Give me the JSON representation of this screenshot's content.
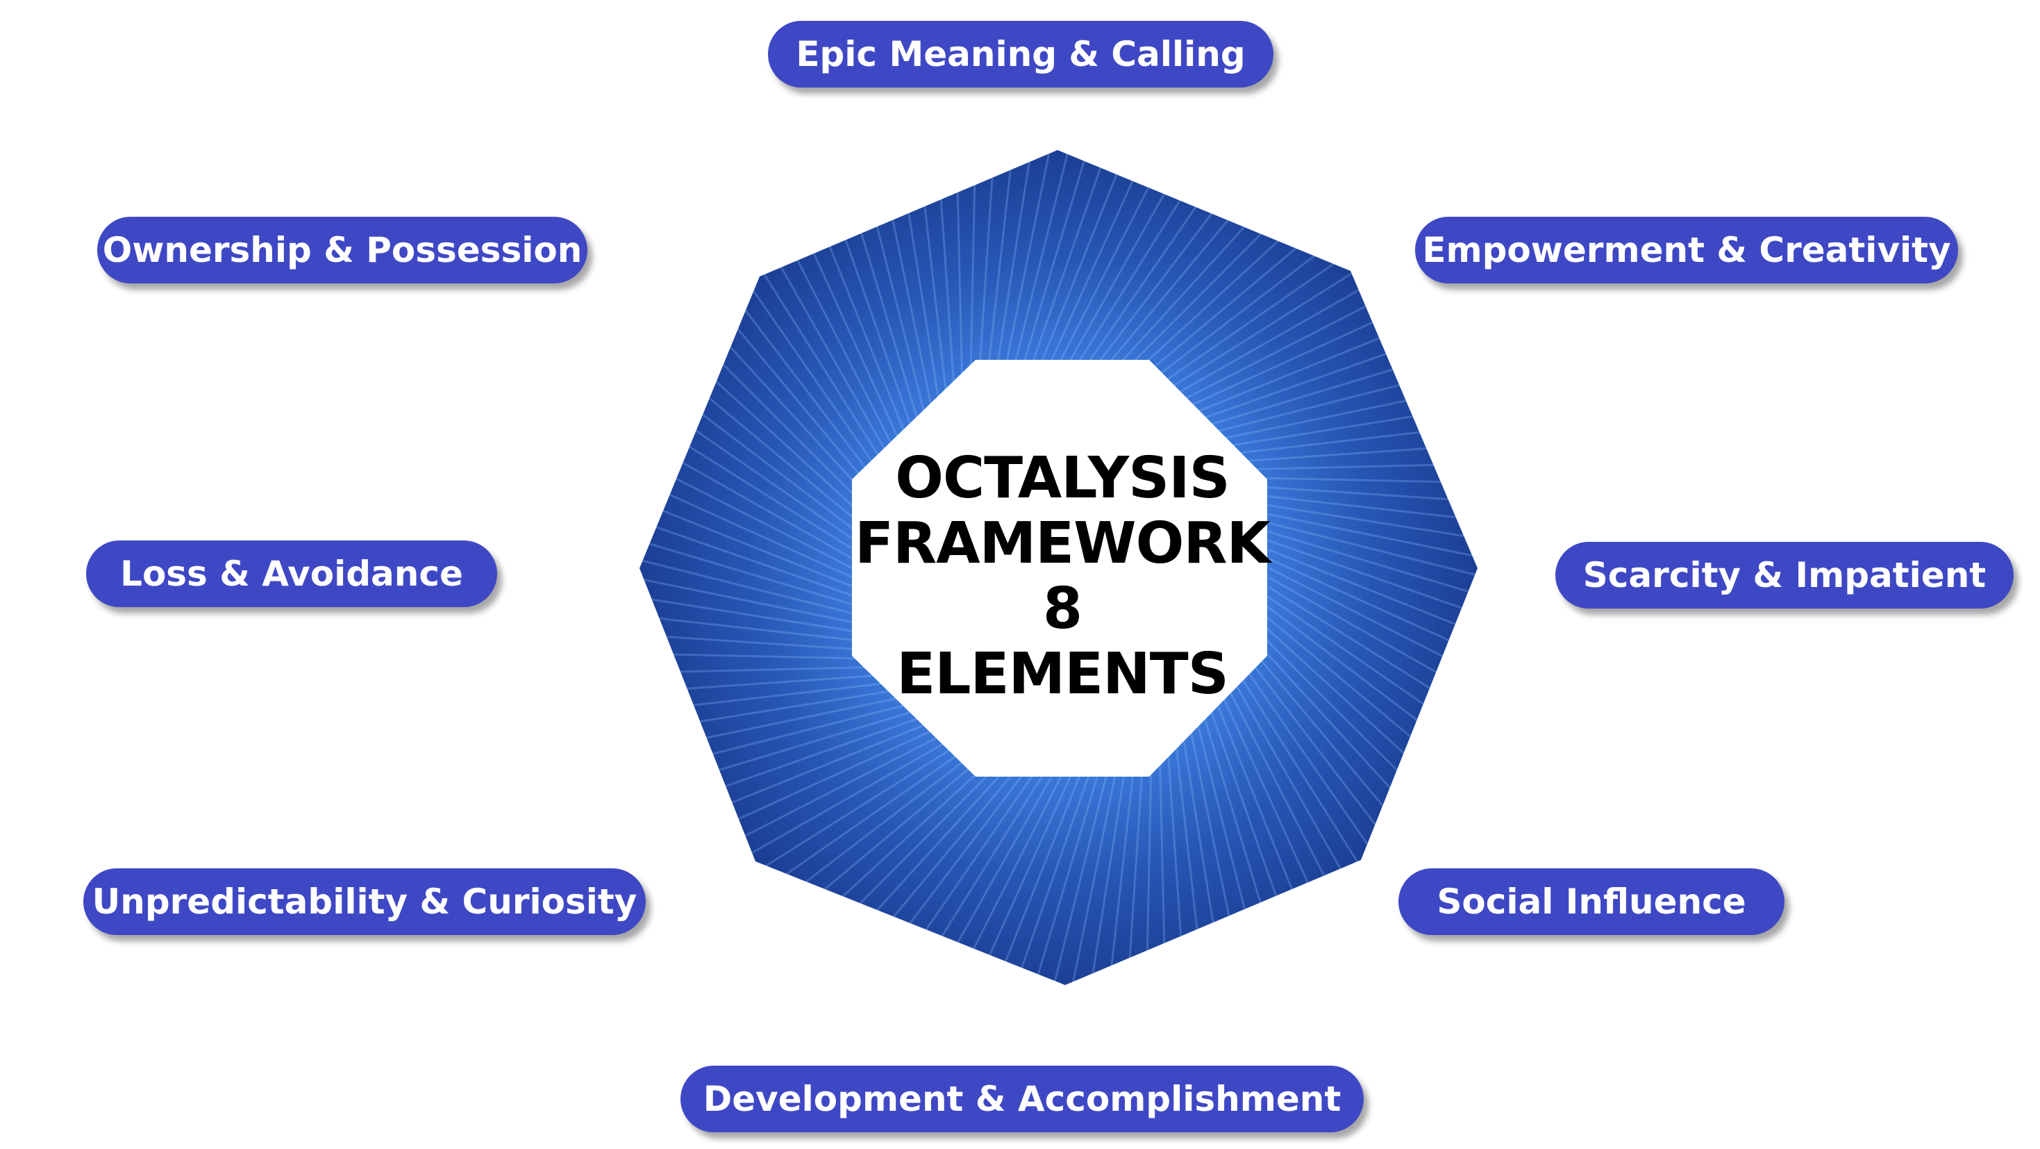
{
  "colors": {
    "pill": "#3f48c4",
    "octagon_outer": "#1f4aa0",
    "octagon_rays": "#5d9cf5",
    "center_fill": "#ffffff",
    "title_text": "#000000"
  },
  "center": {
    "line1": "OCTALYSIS",
    "line2": "FRAMEWORK",
    "line3": "8",
    "line4": "ELEMENTS"
  },
  "elements": {
    "epic_meaning": "Epic Meaning & Calling",
    "empowerment": "Empowerment & Creativity",
    "scarcity": "Scarcity & Impatient",
    "social_influence": "Social Influence",
    "development": "Development & Accomplishment",
    "unpredictability": "Unpredictability & Curiosity",
    "loss_avoidance": "Loss & Avoidance",
    "ownership": "Ownership & Possession"
  }
}
